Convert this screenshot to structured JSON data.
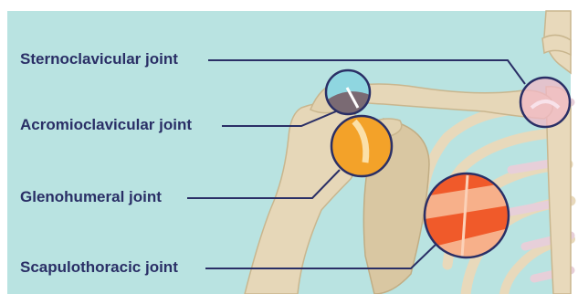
{
  "labels": {
    "sternoclavicular": "Sternoclavicular joint",
    "acromioclavicular": "Acromioclavicular joint",
    "glenohumeral": "Glenohumeral joint",
    "scapulothoracic": "Scapulothoracic joint"
  },
  "colors": {
    "background": "#b9e3e1",
    "bone": "#e6d7b8",
    "bone_shadow": "#c9b68e",
    "leader_line": "#2a2f66",
    "sternoclavicular_highlight": "#f2b8c6",
    "acromioclavicular_highlight": "#8fd6e0",
    "glenohumeral_highlight": "#f3a229",
    "scapulothoracic_highlight": "#f05a2a"
  }
}
